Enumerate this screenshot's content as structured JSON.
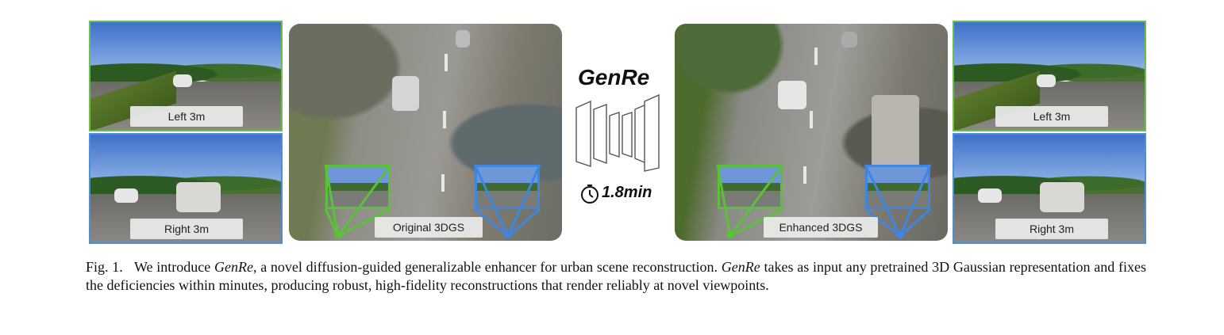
{
  "figure": {
    "left_views": [
      {
        "label": "Left 3m",
        "color": "#6cc04a"
      },
      {
        "label": "Right 3m",
        "color": "#4a8fd8"
      }
    ],
    "right_views": [
      {
        "label": "Left 3m",
        "color": "#6cc04a"
      },
      {
        "label": "Right 3m",
        "color": "#4a8fd8"
      }
    ],
    "original_label": "Original 3DGS",
    "enhanced_label": "Enhanced 3DGS",
    "model_name": "GenRe",
    "time": "1.8min",
    "timer_icon": "stopwatch-icon"
  },
  "caption": {
    "fig_label": "Fig. 1.",
    "part1": "We introduce ",
    "name1": "GenRe",
    "part2": ", a novel diffusion-guided generalizable enhancer for urban scene reconstruction. ",
    "name2": "GenRe",
    "part3": " takes as input any pretrained 3D Gaussian representation and fixes the deficiencies within minutes, producing robust, high-fidelity reconstructions that render reliably at novel viewpoints."
  }
}
